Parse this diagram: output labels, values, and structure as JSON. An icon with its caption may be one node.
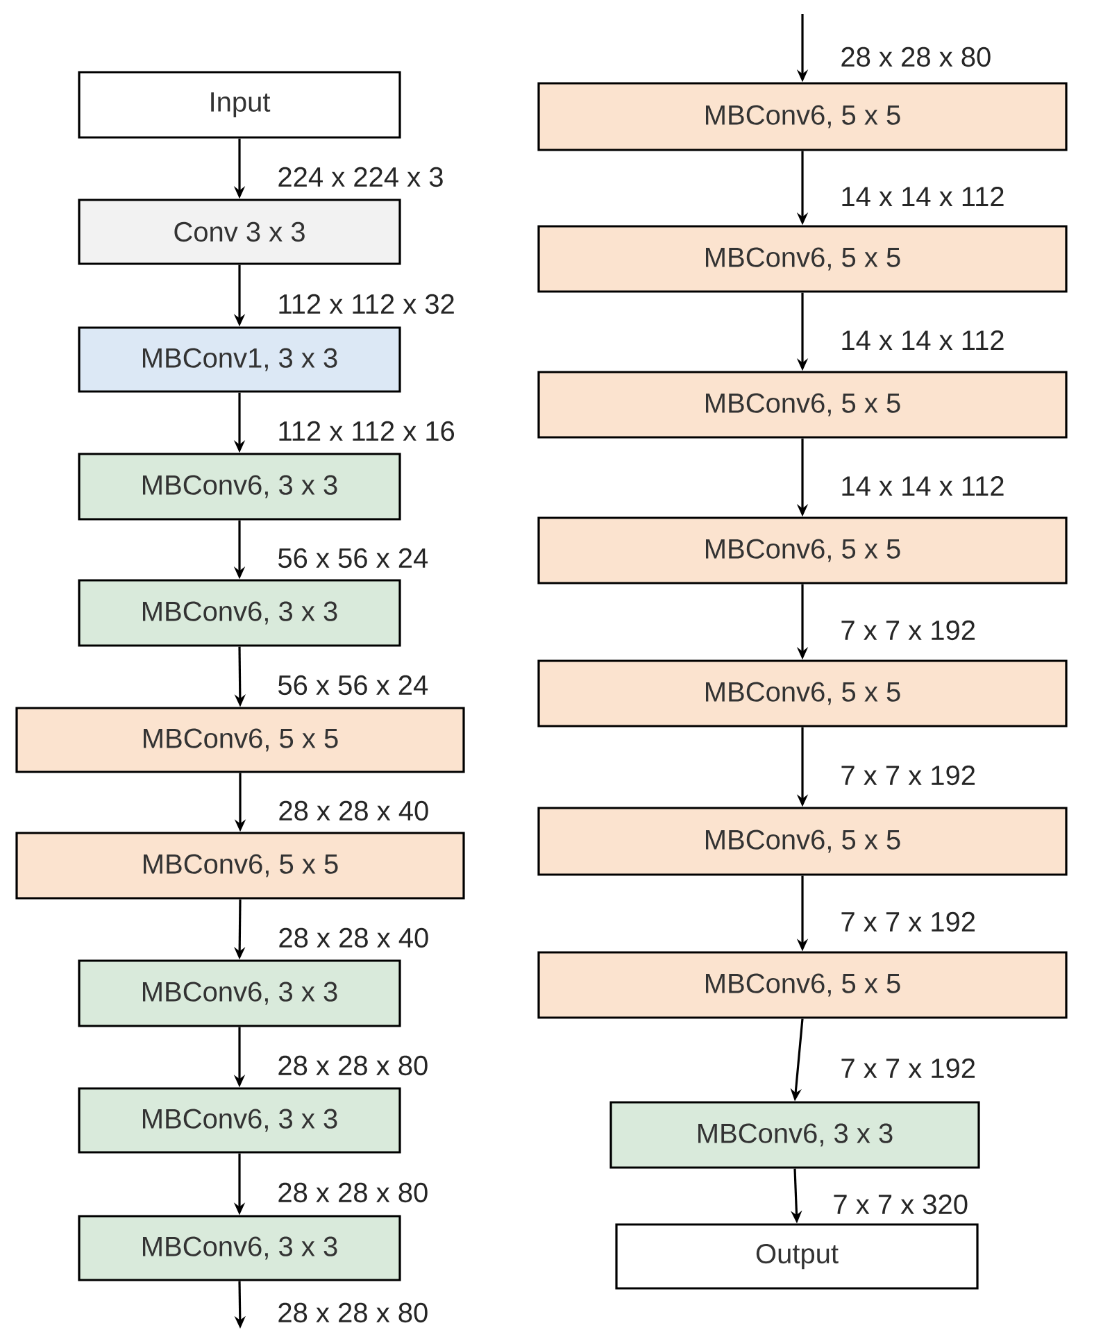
{
  "diagram": {
    "nodes": [
      {
        "text": [
          "Input"
        ]
      },
      {
        "text": [
          "Conv 3 x 3"
        ]
      },
      {
        "text": [
          "MBConv1, 3 x 3"
        ]
      },
      {
        "text": [
          "MBConv6, 3 x 3"
        ]
      },
      {
        "text": [
          "MBConv6, 3 x 3"
        ]
      },
      {
        "text": [
          "MBConv6, 5 x 5"
        ]
      },
      {
        "text": [
          "MBConv6, 5 x 5"
        ]
      },
      {
        "text": [
          "MBConv6, 3 x 3"
        ]
      },
      {
        "text": [
          "MBConv6, 3 x 3"
        ]
      },
      {
        "text": [
          "MBConv6, 3 x 3"
        ]
      },
      {
        "text": [
          "MBConv6, 5 x 5"
        ]
      },
      {
        "text": [
          "MBConv6, 5 x 5"
        ]
      },
      {
        "text": [
          "MBConv6, 5 x 5"
        ]
      },
      {
        "text": [
          "MBConv6, 5 x 5"
        ]
      },
      {
        "text": [
          "MBConv6, 5 x 5"
        ]
      },
      {
        "text": [
          "MBConv6, 5 x 5"
        ]
      },
      {
        "text": [
          "MBConv6, 5 x 5"
        ]
      },
      {
        "text": [
          "MBConv6, 3 x 3"
        ]
      },
      {
        "text": [
          "Output"
        ]
      }
    ],
    "edges": [
      {
        "from": 0,
        "to": 1,
        "arrow": "to",
        "label": "224 x 224 x 3"
      },
      {
        "from": 1,
        "to": 2,
        "arrow": "to",
        "label": "112 x 112 x 32"
      },
      {
        "from": 2,
        "to": 3,
        "arrow": "to",
        "label": "112 x 112 x 16"
      },
      {
        "from": 3,
        "to": 4,
        "arrow": "to",
        "label": "56 x 56 x 24"
      },
      {
        "from": 4,
        "to": 5,
        "arrow": "to",
        "label": "56 x 56 x 24"
      },
      {
        "from": 5,
        "to": 6,
        "arrow": "to",
        "label": "28 x 28 x 40"
      },
      {
        "from": 6,
        "to": 7,
        "arrow": "to",
        "label": "28 x 28 x 40"
      },
      {
        "from": 7,
        "to": 8,
        "arrow": "to",
        "label": "28 x 28 x 80"
      },
      {
        "from": 8,
        "to": 9,
        "arrow": "to",
        "label": "28 x 28 x 80"
      },
      {
        "from": 9,
        "to": null,
        "arrow": "to",
        "label": "28 x 28 x 80"
      },
      {
        "from": null,
        "to": 10,
        "arrow": "to",
        "label": "28 x 28 x 80"
      },
      {
        "from": 10,
        "to": 11,
        "arrow": "to",
        "label": "14 x 14 x 112"
      },
      {
        "from": 11,
        "to": 12,
        "arrow": "to",
        "label": "14 x 14 x 112"
      },
      {
        "from": 12,
        "to": 13,
        "arrow": "to",
        "label": "14 x 14 x 112"
      },
      {
        "from": 13,
        "to": 14,
        "arrow": "to",
        "label": "7 x 7 x 192"
      },
      {
        "from": 14,
        "to": 15,
        "arrow": "to",
        "label": "7 x 7 x 192"
      },
      {
        "from": 15,
        "to": 16,
        "arrow": "to",
        "label": "7 x 7 x 192"
      },
      {
        "from": 16,
        "to": 17,
        "arrow": "to",
        "label": "7 x 7 x 192"
      },
      {
        "from": 17,
        "to": 18,
        "arrow": "to",
        "label": "7 x 7 x 320"
      }
    ]
  }
}
